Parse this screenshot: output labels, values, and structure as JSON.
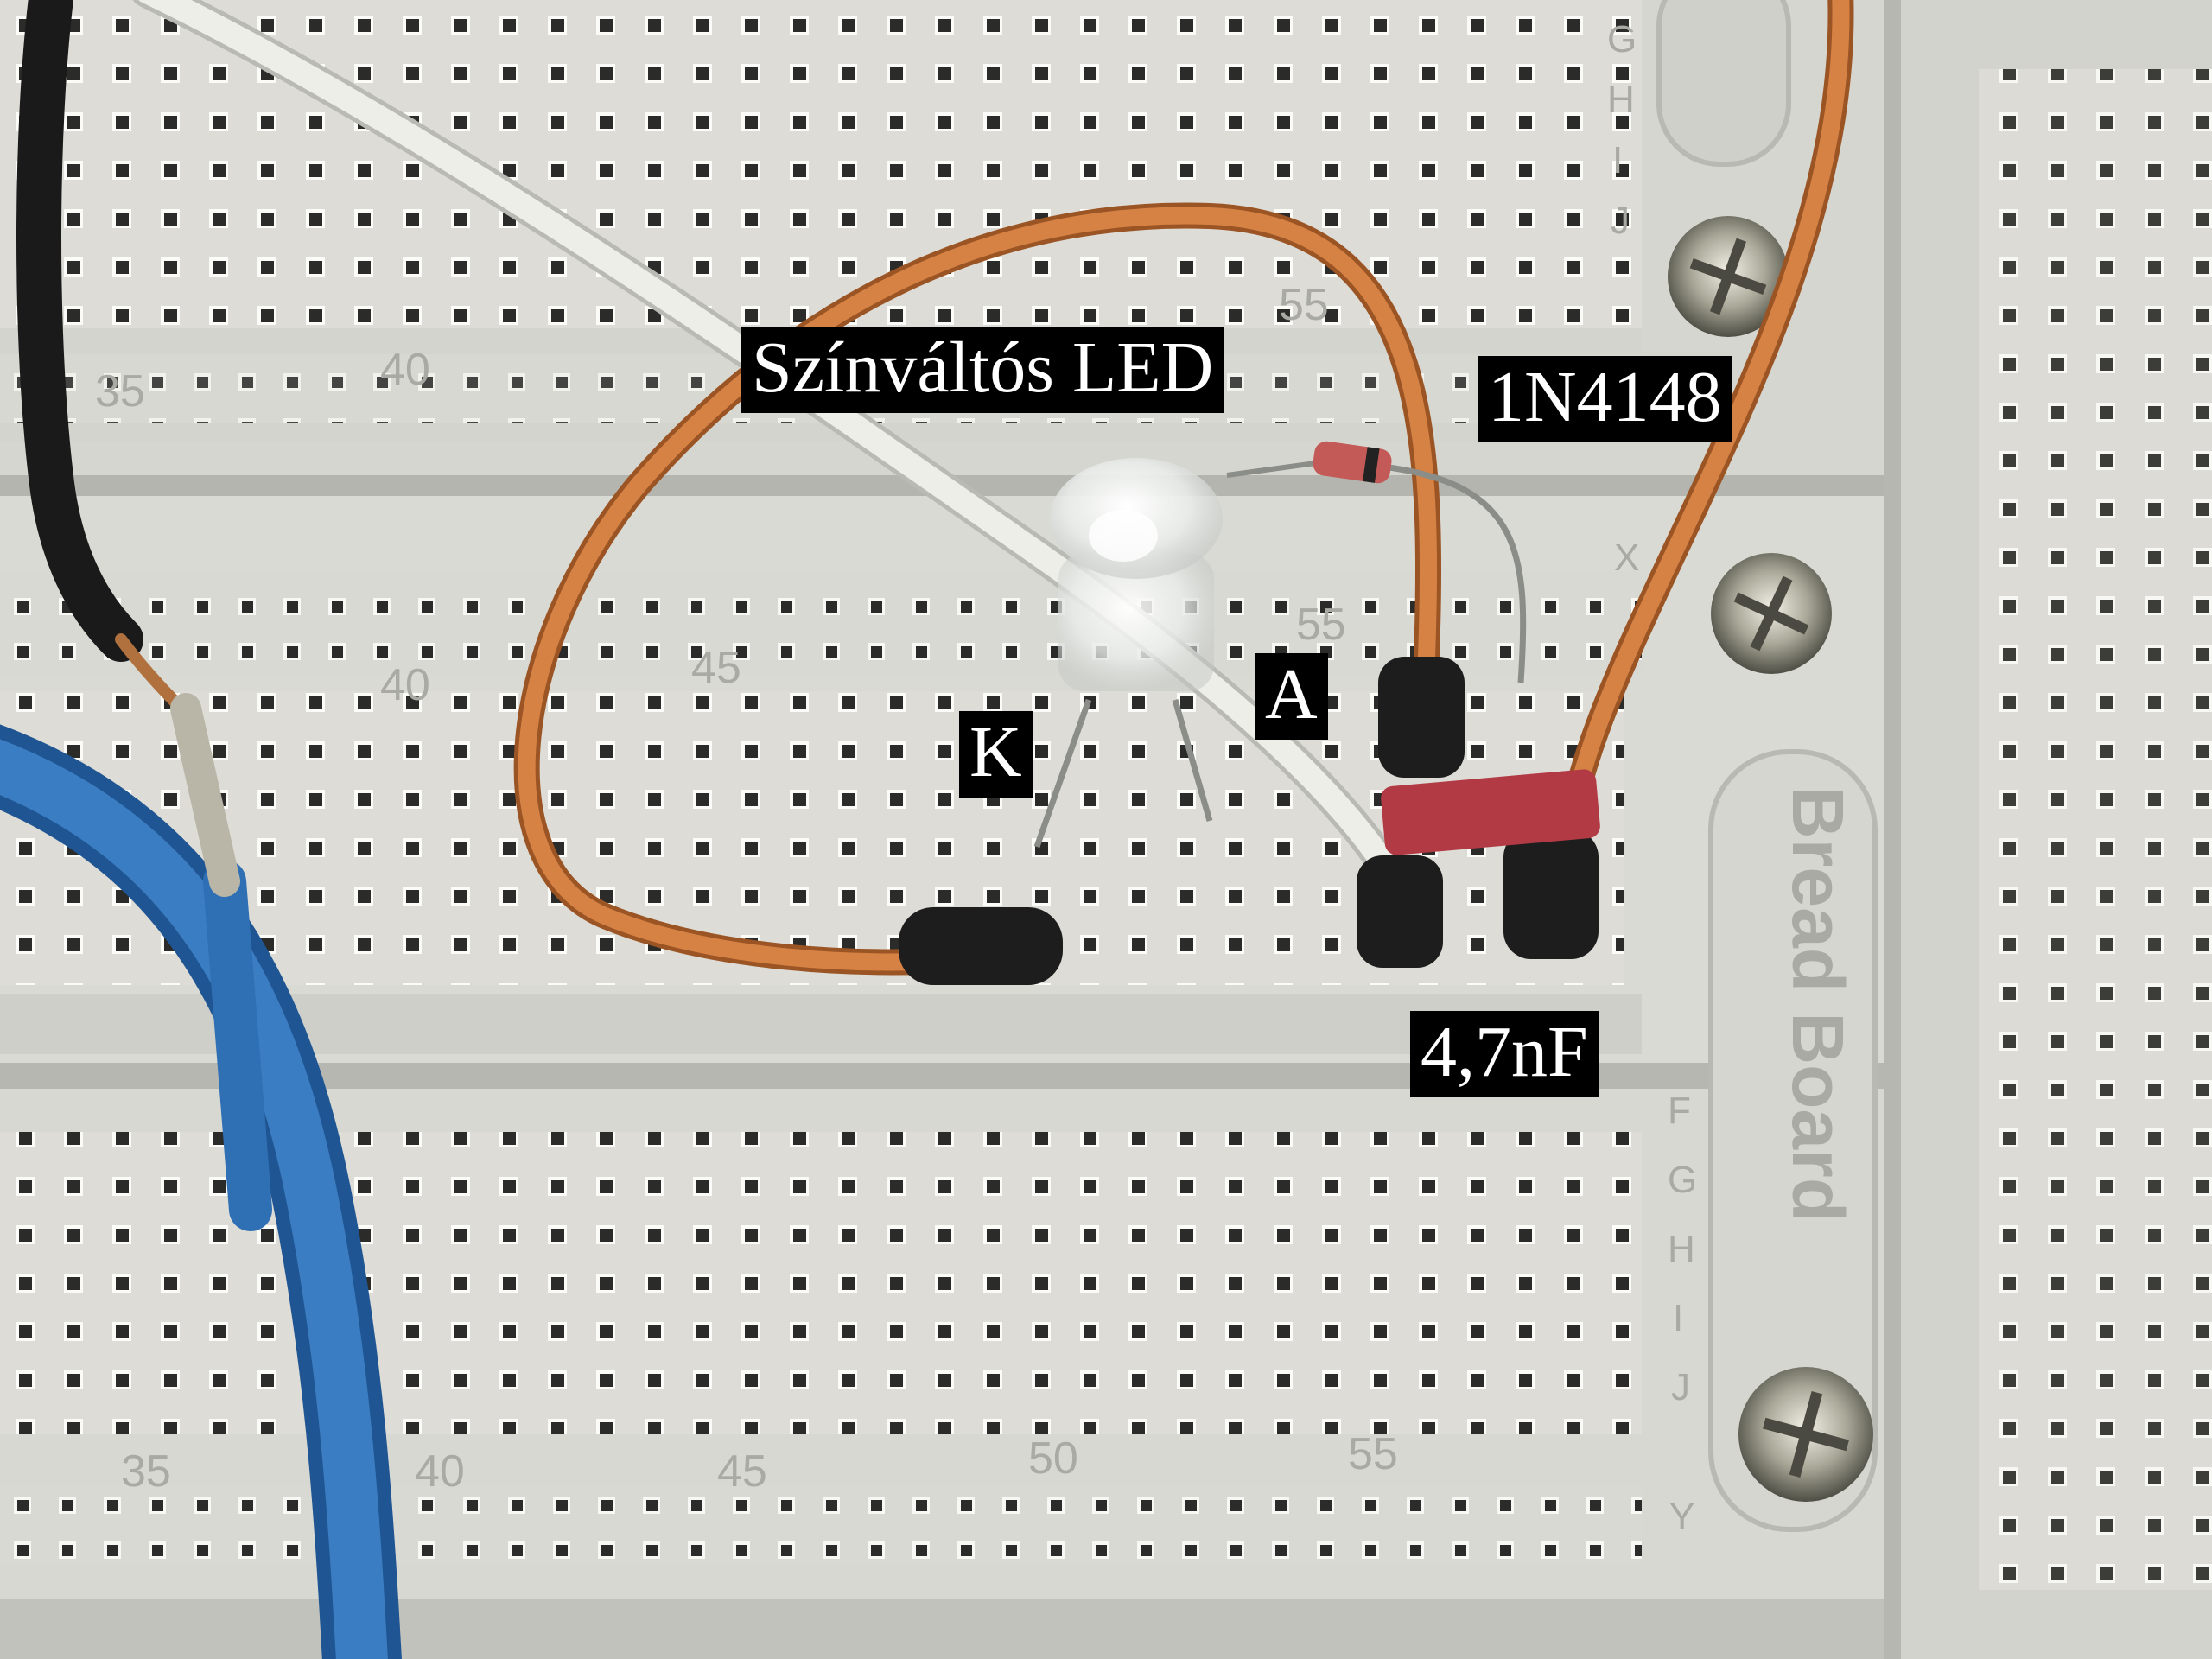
{
  "annotations": {
    "led_label": "Színváltós LED",
    "diode_label": "1N4148",
    "anode_label": "A",
    "cathode_label": "K",
    "capacitor_label": "4,7nF"
  },
  "breadboard": {
    "brand_text": "Bread Board",
    "column_numbers": [
      "35",
      "40",
      "45",
      "50",
      "55"
    ],
    "row_letters_upper": [
      "G",
      "H",
      "I",
      "J"
    ],
    "row_letters_lower": [
      "F",
      "G",
      "H",
      "I",
      "J"
    ],
    "rail_letter": "Y",
    "rail_letter_top": "X"
  },
  "colors": {
    "board": "#dcdcd6",
    "hole": "#2a2a28",
    "orange_wire": "#d07a3e",
    "blue_wire": "#2f6fb4",
    "black_wire": "#1a1a1a",
    "white_wire": "#ecece6",
    "capacitor": "#b13a45",
    "label_bg": "#000000",
    "label_text": "#ffffff"
  }
}
